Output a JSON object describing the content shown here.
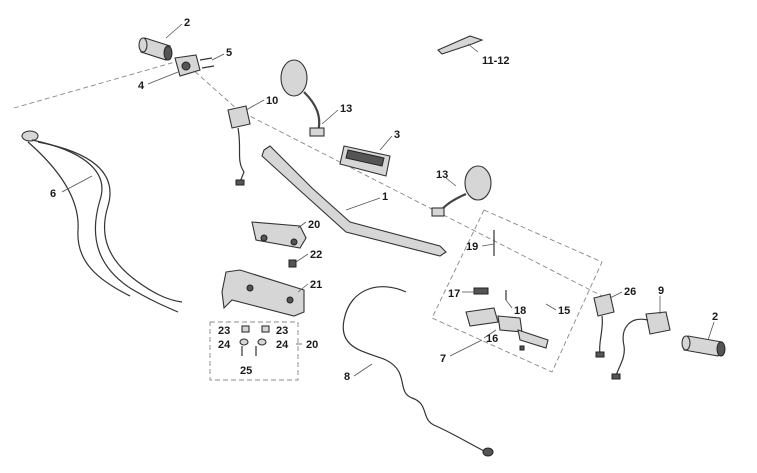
{
  "diagram": {
    "labels": [
      {
        "id": "2a",
        "text": "2"
      },
      {
        "id": "5",
        "text": "5"
      },
      {
        "id": "4",
        "text": "4"
      },
      {
        "id": "10",
        "text": "10"
      },
      {
        "id": "13a",
        "text": "13"
      },
      {
        "id": "3",
        "text": "3"
      },
      {
        "id": "11-12",
        "text": "11-12"
      },
      {
        "id": "6",
        "text": "6"
      },
      {
        "id": "1",
        "text": "1"
      },
      {
        "id": "13b",
        "text": "13"
      },
      {
        "id": "20a",
        "text": "20"
      },
      {
        "id": "22",
        "text": "22"
      },
      {
        "id": "19",
        "text": "19"
      },
      {
        "id": "21",
        "text": "21"
      },
      {
        "id": "17",
        "text": "17"
      },
      {
        "id": "18",
        "text": "18"
      },
      {
        "id": "15",
        "text": "15"
      },
      {
        "id": "16",
        "text": "16"
      },
      {
        "id": "7",
        "text": "7"
      },
      {
        "id": "26",
        "text": "26"
      },
      {
        "id": "9",
        "text": "9"
      },
      {
        "id": "2b",
        "text": "2"
      },
      {
        "id": "23a",
        "text": "23"
      },
      {
        "id": "23b",
        "text": "23"
      },
      {
        "id": "24a",
        "text": "24"
      },
      {
        "id": "24b",
        "text": "24"
      },
      {
        "id": "20b",
        "text": "20"
      },
      {
        "id": "25",
        "text": "25"
      },
      {
        "id": "8",
        "text": "8"
      }
    ]
  }
}
